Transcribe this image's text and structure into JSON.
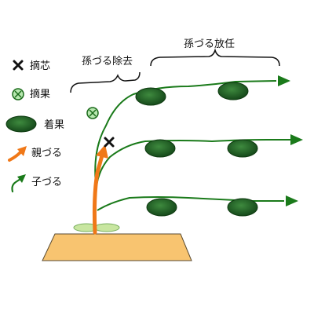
{
  "legend": {
    "items": [
      {
        "key": "pinch",
        "label": "摘芯"
      },
      {
        "key": "fruit-removal",
        "label": "摘果"
      },
      {
        "key": "fruit-set",
        "label": "着果"
      },
      {
        "key": "main-vine",
        "label": "親づる"
      },
      {
        "key": "lateral-vine",
        "label": "子づる"
      }
    ]
  },
  "annotations": {
    "grandchild_removal": "孫づる除去",
    "grandchild_free": "孫づる放任"
  },
  "colors": {
    "vine_green": "#1a7a1a",
    "fruit_green": "#1f5a1f",
    "main_vine_orange": "#f07818",
    "soil": "#f8c470",
    "sprout_leaf": "#c8e6a0"
  }
}
